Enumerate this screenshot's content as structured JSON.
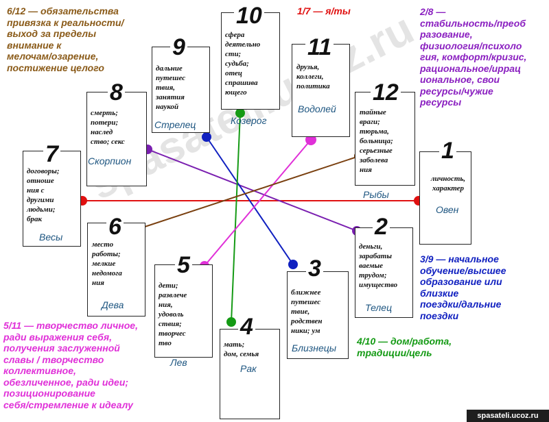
{
  "houses": [
    {
      "num": "1",
      "desc": "личность,\nхарактер",
      "sign": "Овен"
    },
    {
      "num": "2",
      "desc": "деньги,\nзарабаты\nваемые\nтрудом;\nимущество",
      "sign": "Телец"
    },
    {
      "num": "3",
      "desc": "ближнее\nпутешес\nтвие,\nродствен\nники; ум",
      "sign": "Близнецы"
    },
    {
      "num": "4",
      "desc": "мать;\nдом, семья",
      "sign": "Рак"
    },
    {
      "num": "5",
      "desc": "дети;\nразвлече\nния,\nудоволь\nствия;\nтворчес\nтво",
      "sign": "Лев"
    },
    {
      "num": "6",
      "desc": "место\nработы;\nмелкие\nнедомога\nния",
      "sign": "Дева"
    },
    {
      "num": "7",
      "desc": "договоры;\nотноше\nния с\nдругими\nлюдьми;\nбрак",
      "sign": "Весы"
    },
    {
      "num": "8",
      "desc": "смерть;\nпотери;\nнаслед\nство; секс",
      "sign": "Скорпион"
    },
    {
      "num": "9",
      "desc": "дальние\nпутешес\nтвия,\nзанятия\nнаукой",
      "sign": "Стрелец"
    },
    {
      "num": "10",
      "desc": "сфера\nдеятельно\nсти;\nсудьба;\nотец\nспрашива\nющего",
      "sign": "Козерог"
    },
    {
      "num": "11",
      "desc": "друзья,\nколлеги,\nполитика",
      "sign": "Водолей"
    },
    {
      "num": "12",
      "desc": "тайные\nвраги;\nтюрьма,\nбольница;\nсерьезные\nзаболева\nния",
      "sign": "Рыбы"
    }
  ],
  "annotations": {
    "a1_7": "1/7 — я/ты",
    "a2_8": "2/8 —\nстабильность/преоб\nразование,\nфизиология/психоло\nгия, комфорт/кризис,\nрациональное/иррац\nиональное, свои\nресурсы/чужие\nресурсы",
    "a3_9": "3/9 — начальное\nобучение/высшее\nобразование или\nблизкие\nпоездки/дальние\nпоездки",
    "a4_10": "4/10 — дом/работа,\nтрадиции/цель",
    "a5_11": "5/11 — творчество личное,\nради выражения себя,\nполучения заслуженной\nславы / творчество\nколлективное,\nобезличенное, ради идеи;\nпозиционирование\nсебя/стремление к идеалу",
    "a6_12": "6/12 — обязательства\nпривязка к реальности/\nвыход за пределы\nвнимание к\nмелочам/озарение,\nпостижение целого"
  },
  "colors": {
    "axis_1_7": "#e01010",
    "axis_2_8": "#7a1fb0",
    "axis_3_9": "#1020c0",
    "axis_4_10": "#149a14",
    "axis_5_11": "#e030d8",
    "axis_6_12": "#7a4010"
  },
  "watermark": "spasateli.ucoz.ru",
  "footer": "spasateli.ucoz.ru"
}
